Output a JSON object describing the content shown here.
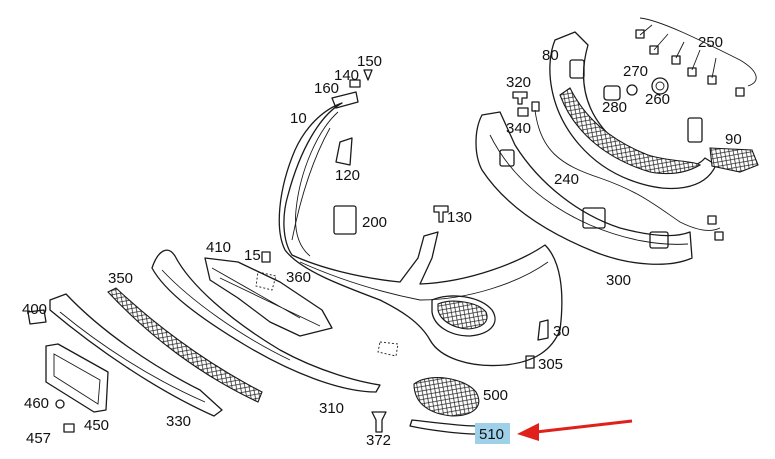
{
  "diagram": {
    "callouts": {
      "c10": "10",
      "c30": "30",
      "c80": "80",
      "c90": "90",
      "c120": "120",
      "c130": "130",
      "c140": "140",
      "c150": "150",
      "c151": "15",
      "c160": "160",
      "c200": "200",
      "c240": "240",
      "c250": "250",
      "c260": "260",
      "c270": "270",
      "c280": "280",
      "c300": "300",
      "c305": "305",
      "c310": "310",
      "c320": "320",
      "c330": "330",
      "c340": "340",
      "c350": "350",
      "c360": "360",
      "c372": "372",
      "c400": "400",
      "c410": "410",
      "c450": "450",
      "c457": "457",
      "c460": "460",
      "c500": "500",
      "c510": "510"
    },
    "highlight": {
      "part": "510",
      "box_color": "#9fd0ea",
      "arrow_color": "#e0201b"
    }
  }
}
